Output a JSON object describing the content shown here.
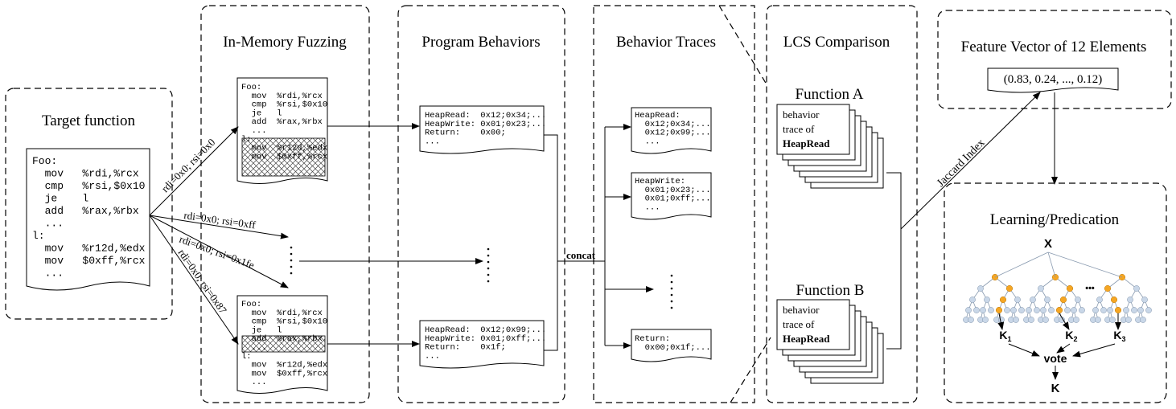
{
  "panels": {
    "target_function": "Target function",
    "fuzzing": "In-Memory Fuzzing",
    "behaviors": "Program Behaviors",
    "traces": "Behavior Traces",
    "lcs": "LCS Comparison",
    "feature_vector": "Feature Vector of 12 Elements",
    "learning": "Learning/Predication"
  },
  "target_code": [
    "Foo:",
    "  mov   %rdi,%rcx",
    "  cmp   %rsi,$0x10",
    "  je    l",
    "  add   %rax,%rbx",
    "  ...",
    "l:",
    "  mov   %r12d,%edx",
    "  mov   $0xff,%rcx",
    "  ..."
  ],
  "fuzz_code_top": [
    "Foo:",
    "  mov  %rdi,%rcx",
    "  cmp  %rsi,$0x10",
    "  je   l",
    "  add  %rax,%rbx",
    "  ...",
    "l:",
    "  mov  %r12d,%edx",
    "  mov  $0xff,%rcx"
  ],
  "fuzz_code_bottom": [
    "Foo:",
    "  mov  %rdi,%rcx",
    "  cmp  %rsi,$0x10",
    "  je   l",
    "  add  %rax,%rbx",
    "  ...",
    "l:",
    "  mov  %r12d,%edx",
    "  mov  $0xff,%rcx",
    "  ..."
  ],
  "edge_labels": [
    "rdi=0x0; rsi=0x0",
    "rdi=0x0; rsi=0xff",
    "rdi=0x0; rsi=0x1fe",
    "rdi=0x0; rsi=0x87"
  ],
  "behavior_top": [
    "HeapRead:  0x12;0x34;...",
    "HeapWrite: 0x01;0x23;...",
    "Return:    0x00;",
    "..."
  ],
  "behavior_bottom": [
    "HeapRead:  0x12;0x99;...",
    "HeapWrite: 0x01;0xff;...",
    "Return:    0x1f;",
    "..."
  ],
  "trace_heapread": [
    "HeapRead:",
    "  0x12;0x34;...",
    "  0x12;0x99;...",
    "  ..."
  ],
  "trace_heapwrite": [
    "HeapWrite:",
    "  0x01;0x23;...",
    "  0x01;0xff;...",
    "  ..."
  ],
  "trace_return": [
    "Return:",
    "  0x00;0x1f;..."
  ],
  "concat_label": "concat",
  "function_a": "Function A",
  "function_b": "Function B",
  "stack_text": [
    "behavior",
    "trace of"
  ],
  "stack_bold": "HeapRead",
  "jaccard_label": "Jaccard Index",
  "vector_value": "(0.83, 0.24, ..., 0.12)",
  "tree_labels": {
    "root": "X",
    "dots": "•••",
    "k1": "K",
    "k1_sub": "1",
    "k2": "K",
    "k2_sub": "2",
    "k3": "K",
    "k3_sub": "3",
    "vote": "vote",
    "result": "K"
  },
  "colors": {
    "line": "#000000",
    "tree_node": "#c9d7e8",
    "tree_highlight": "#f5a623"
  }
}
